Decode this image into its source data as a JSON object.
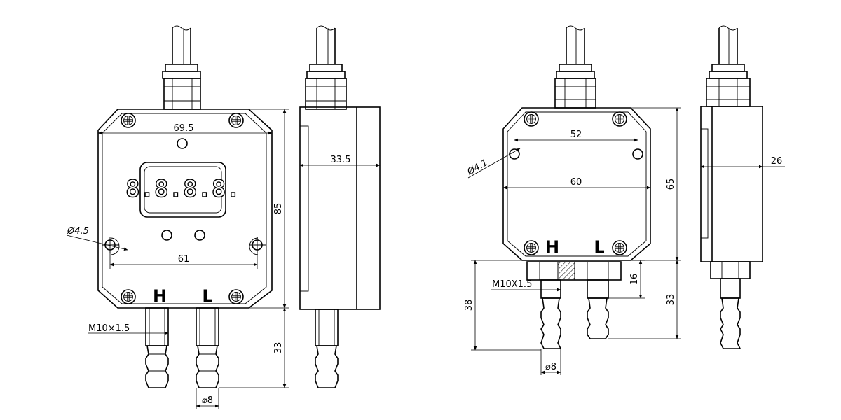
{
  "left_device": {
    "width_label": "69.5",
    "height_label": "85",
    "hole_label": "Ø4.5",
    "mount_spacing_label": "61",
    "high_port_label": "H",
    "low_port_label": "L",
    "thread_label": "M10×1.5",
    "port_length_label": "33",
    "barb_dia_label": "⌀8",
    "display_digits": "8.8.8.8.",
    "side_depth_label": "33.5"
  },
  "right_device": {
    "mount_spacing_label": "52",
    "width_label": "60",
    "height_label": "65",
    "hole_label": "Ø4.1",
    "high_port_label": "H",
    "low_port_label": "L",
    "thread_label": "M10X1.5",
    "thread_height_label": "16",
    "port_length_label": "33",
    "total_port_label": "38",
    "barb_dia_label": "⌀8",
    "side_depth_label": "26"
  },
  "colors": {
    "line": "#000000",
    "background": "#ffffff"
  }
}
